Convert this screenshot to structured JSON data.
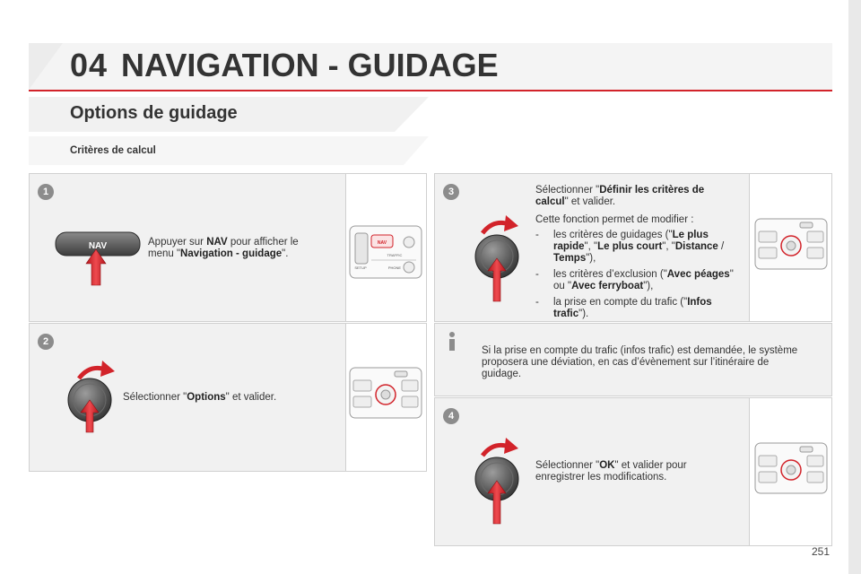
{
  "header": {
    "chapter_number": "04",
    "chapter_title": "NAVIGATION - GUIDAGE"
  },
  "section": {
    "title": "Options de guidage",
    "subtitle": "Critères de calcul"
  },
  "steps": [
    {
      "number": "1",
      "button_label": "NAV",
      "text_parts": [
        "Appuyer sur ",
        "NAV",
        " pour afficher le menu \"",
        "Navigation - guidage",
        "\"."
      ],
      "panel_labels": [
        "NAV",
        "SETUP",
        "TRAFFIC",
        "PHONE"
      ]
    },
    {
      "number": "2",
      "text_parts": [
        "Sélectionner \"",
        "Options",
        "\" et valider."
      ]
    },
    {
      "number": "3",
      "intro_parts": [
        "Sélectionner \"",
        "Définir les critères de calcul",
        "\" et valider."
      ],
      "line2": "Cette fonction permet de modifier :",
      "bullets": [
        [
          "les critères de guidages (\"",
          "Le plus rapide",
          "\", \"",
          "Le plus court",
          "\", \"",
          "Distance",
          " / ",
          "Temps",
          "\"),"
        ],
        [
          "les critères d’exclusion (\"",
          "Avec péages",
          "\" ou \"",
          "Avec ferryboat",
          "\"),"
        ],
        [
          "la prise en compte du trafic (\"",
          "Infos trafic",
          "\")."
        ]
      ]
    },
    {
      "number": "4",
      "text_parts": [
        "Sélectionner \"",
        "OK",
        "\" et valider pour enregistrer les modifications."
      ]
    }
  ],
  "info": {
    "icon_letter": "i",
    "text": "Si la prise en compte du trafic (infos trafic) est demandée, le système proposera une déviation, en cas d’évènement sur l’itinéraire de guidage."
  },
  "page_number": "251",
  "colors": {
    "accent_red": "#d2232a",
    "panel_gray": "#f1f1f1",
    "badge_gray": "#8c8c8c"
  }
}
